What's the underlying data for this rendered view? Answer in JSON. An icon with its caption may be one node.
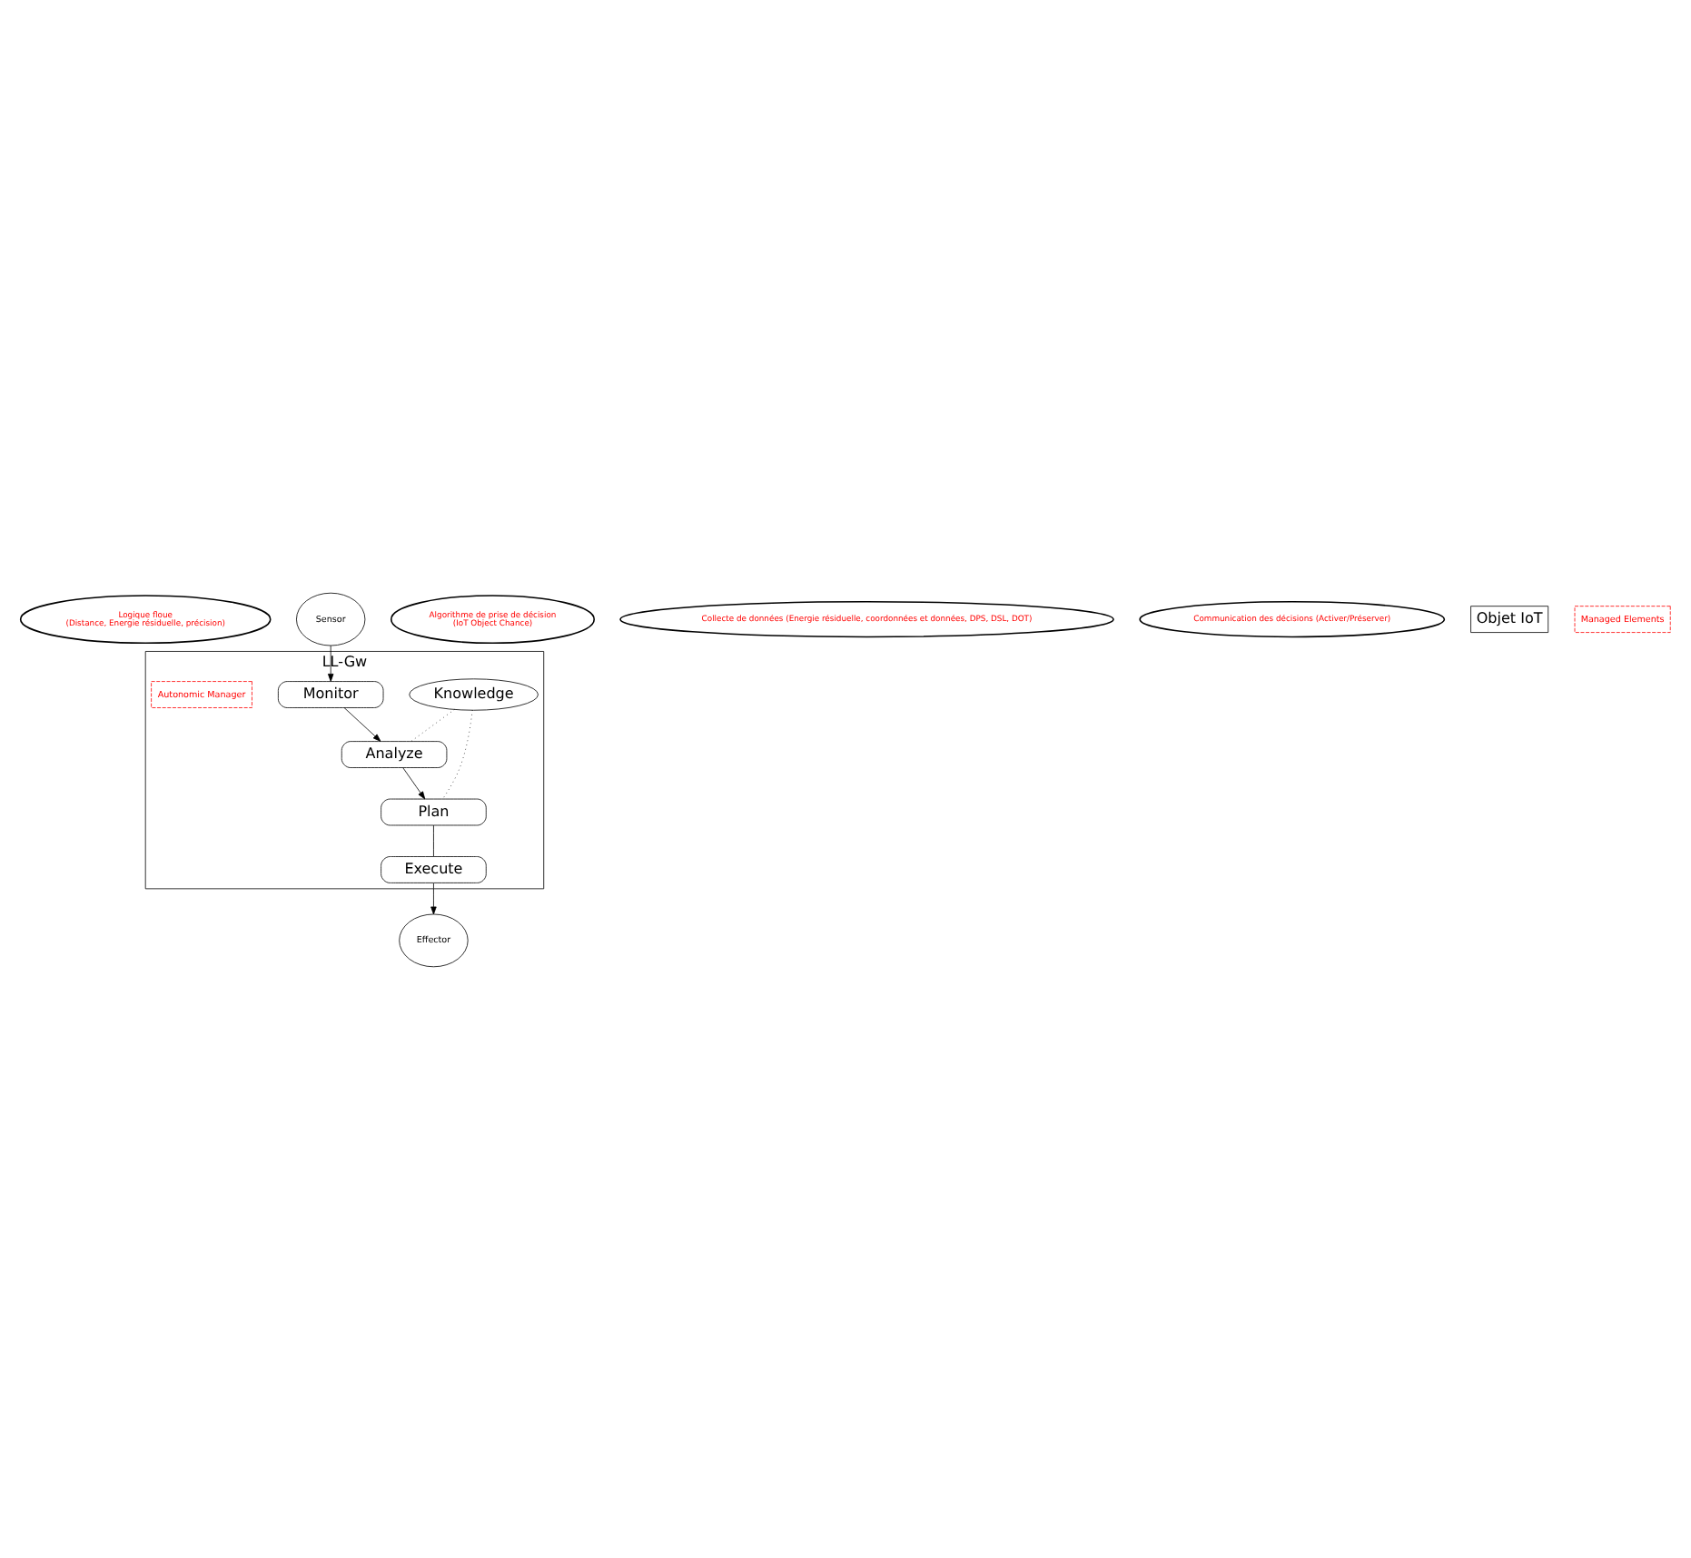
{
  "diagram": {
    "nodes": [
      {
        "text": [
          "Logique floue",
          "(Distance, Energie résiduelle, précision)"
        ]
      },
      {
        "text": [
          "LL-Gw"
        ]
      },
      {
        "text": [
          "Algorithme de prise de décision",
          "(IoT Object Chance)"
        ]
      },
      {
        "text": [
          "Analyze"
        ],
        "in": 1
      },
      {
        "text": [
          "Plan"
        ],
        "in": 1
      },
      {
        "text": [
          "Knowledge"
        ],
        "in": 1
      },
      {
        "text": [
          "Monitor"
        ],
        "in": 1
      },
      {
        "text": [
          "Execute"
        ],
        "in": 1
      },
      {
        "text": [
          "Collecte de données (Energie résiduelle, coordonnées et données, DPS, DSL, DOT)"
        ]
      },
      {
        "text": [
          "Communication des décisions (Activer/Préserver)"
        ]
      },
      {
        "text": [
          "Autonomic Manager"
        ],
        "in": 1
      },
      {
        "text": [
          "Objet IoT"
        ]
      },
      {
        "text": [
          "Sensor"
        ]
      },
      {
        "text": [
          "Effector"
        ]
      },
      {
        "text": [
          "Managed Elements"
        ]
      }
    ],
    "edges": [
      {
        "from": 3,
        "to": 4,
        "arrow": "to"
      },
      {
        "from": 6,
        "to": 3,
        "arrow": "to"
      },
      {
        "from": 4,
        "to": 7,
        "arrow": "none"
      },
      {
        "from": 5,
        "to": 3,
        "arrow": "none",
        "style": "dashed"
      },
      {
        "from": 5,
        "to": 4,
        "arrow": "none",
        "style": "dashed"
      },
      {
        "from": 12,
        "to": 6,
        "arrow": "to"
      },
      {
        "from": 7,
        "to": 13,
        "arrow": "to"
      }
    ]
  }
}
